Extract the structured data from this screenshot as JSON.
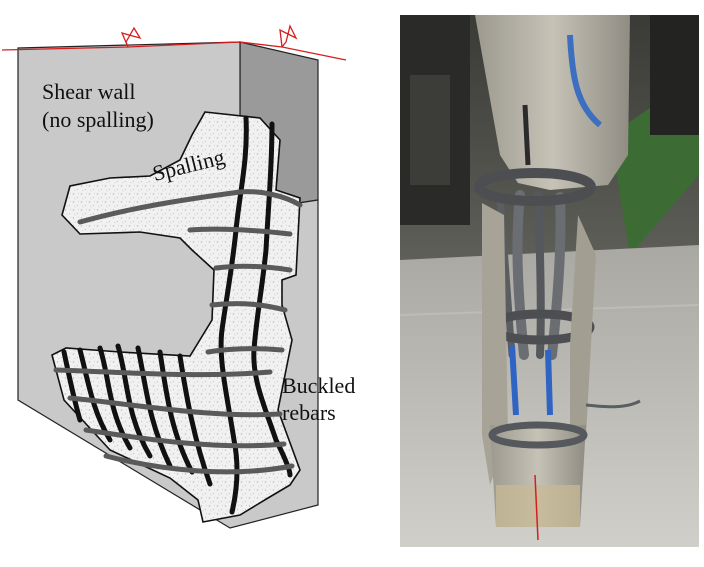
{
  "labels": {
    "shear_wall_line1": "Shear wall",
    "shear_wall_line2": "(no spalling)",
    "spalling": "Spalling",
    "buckled_line1": "Buckled",
    "buckled_line2": "rebars"
  },
  "colors": {
    "wall_face": "#c9c9c9",
    "wall_side": "#9a9a9a",
    "spalled_concrete": "#efefef",
    "rebar_vertical": "#111111",
    "rebar_tie": "#555555",
    "section_cut_line": "#d61e1e"
  }
}
